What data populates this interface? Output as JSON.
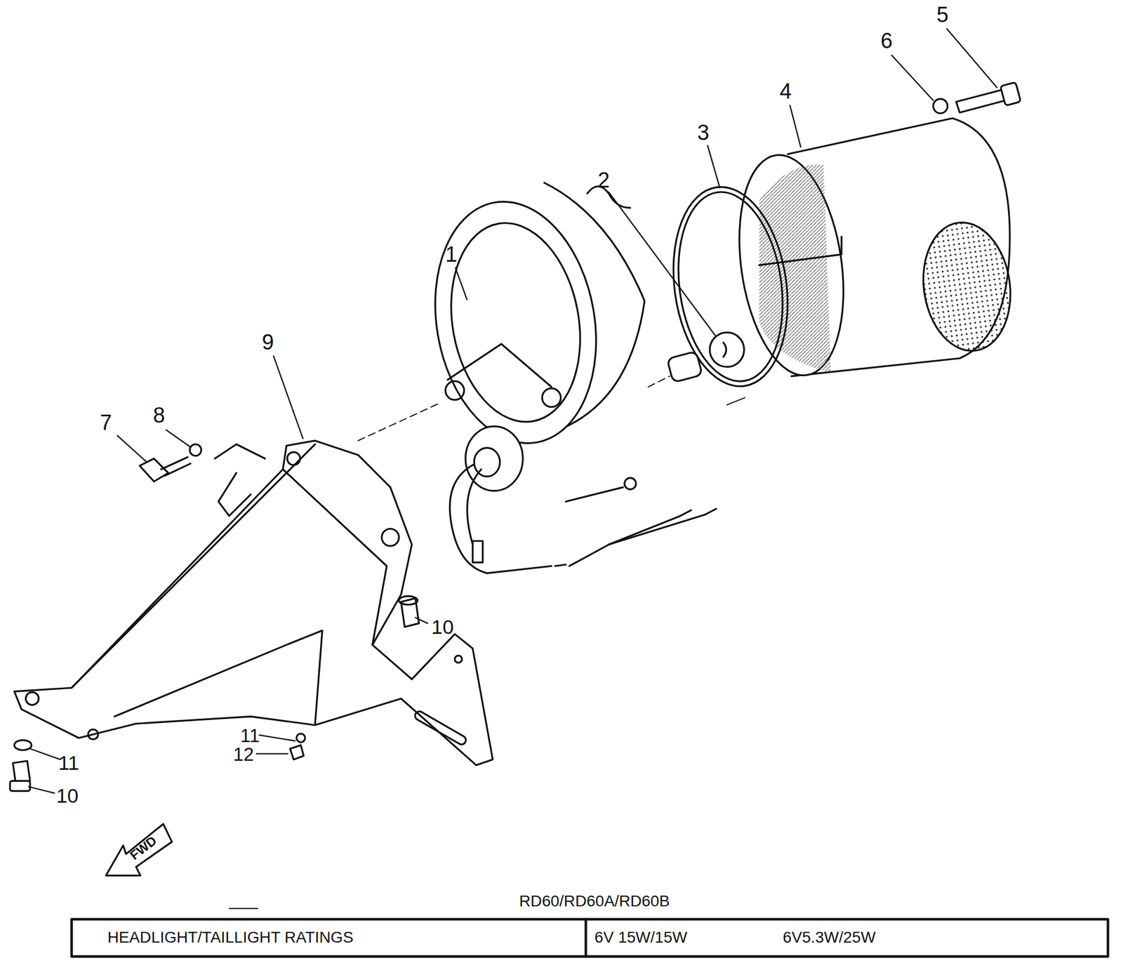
{
  "diagram": {
    "title": "RD60/RD60A/RD60B",
    "labels": [
      "1",
      "2",
      "3",
      "4",
      "5",
      "6",
      "7",
      "8",
      "9",
      "10",
      "11",
      "10",
      "11",
      "12",
      "FWD",
      "HEADLIGHT/TAILLIGHT RATINGS",
      "6V 15W/15W",
      "6V5.3W/25W"
    ]
  }
}
